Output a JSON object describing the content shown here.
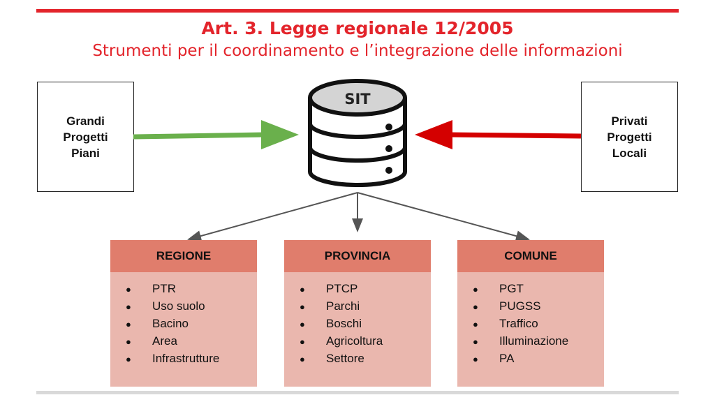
{
  "header": {
    "title": "Art. 3. Legge regionale 12/2005",
    "subtitle": "Strumenti per il coordinamento e l’integrazione delle informazioni"
  },
  "left_box": {
    "lines": [
      "Grandi",
      "Progetti",
      "Piani"
    ]
  },
  "right_box": {
    "lines": [
      "Privati",
      "Progetti",
      "Locali"
    ]
  },
  "database": {
    "label": "SIT"
  },
  "entities": [
    {
      "title": "REGIONE",
      "items": [
        "PTR",
        "Uso suolo",
        "Bacino",
        "Area",
        "Infrastrutture"
      ]
    },
    {
      "title": "PROVINCIA",
      "items": [
        "PTCP",
        "Parchi",
        "Boschi",
        "Agricoltura",
        "Settore"
      ]
    },
    {
      "title": "COMUNE",
      "items": [
        "PGT",
        "PUGSS",
        "Traffico",
        "Illuminazione",
        "PA"
      ]
    }
  ],
  "colors": {
    "accent_red": "#e3242b",
    "arrow_green": "#6ab04c",
    "arrow_red": "#d40000",
    "entity_header": "#e07d6c",
    "entity_body": "#eab7ae"
  }
}
